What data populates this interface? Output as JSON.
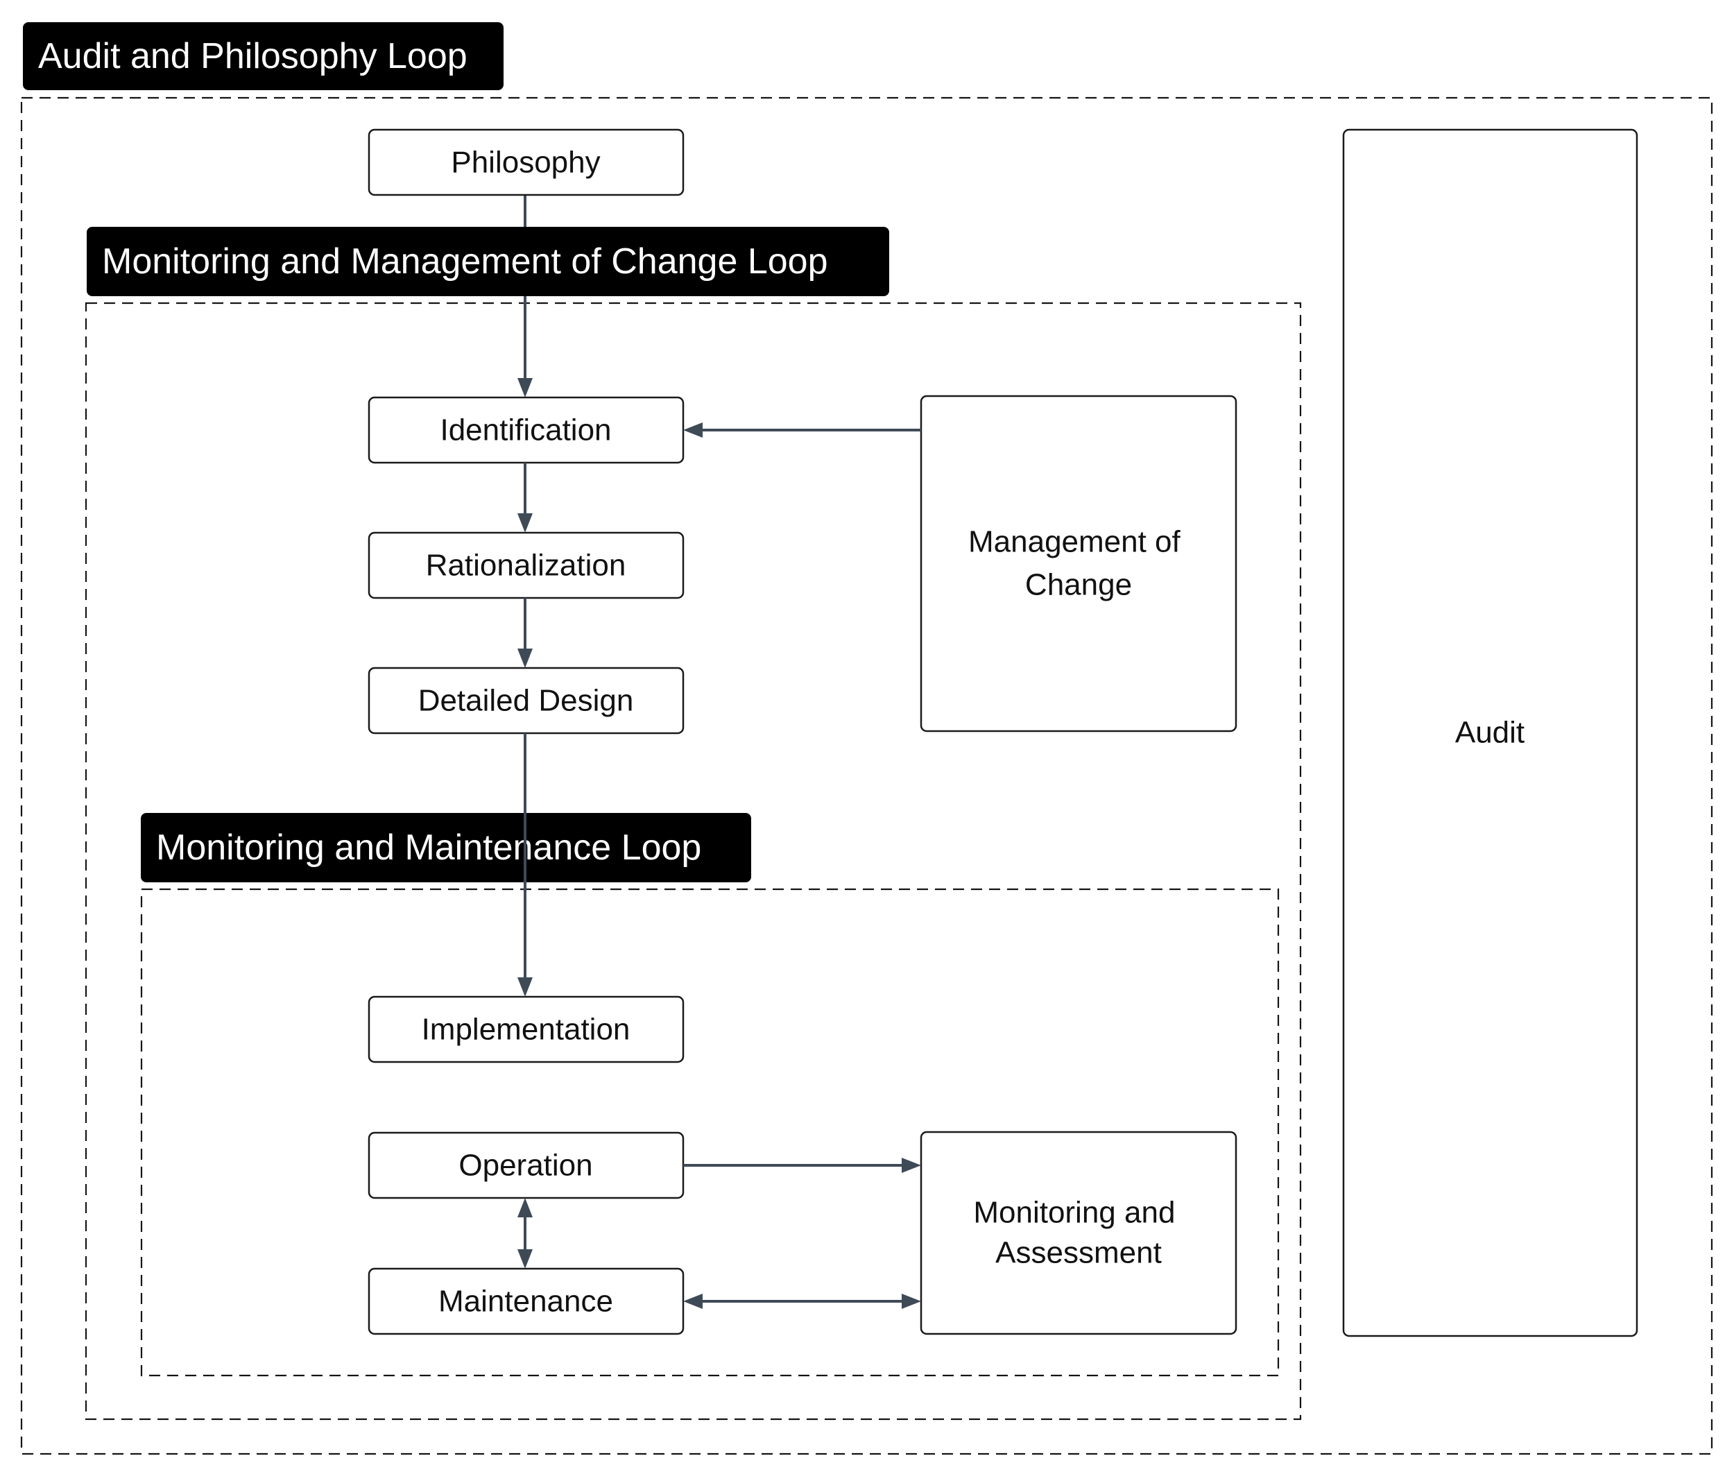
{
  "diagram": {
    "clusters": {
      "audit_philosophy_loop": {
        "label": "Audit and Philosophy Loop"
      },
      "monitoring_management_of_change_loop": {
        "label": "Monitoring and Management of Change Loop"
      },
      "monitoring_maintenance_loop": {
        "label": "Monitoring and Maintenance Loop"
      }
    },
    "nodes": {
      "philosophy": "Philosophy",
      "identification": "Identification",
      "rationalization": "Rationalization",
      "detailed_design": "Detailed Design",
      "implementation": "Implementation",
      "operation": "Operation",
      "maintenance": "Maintenance",
      "management_of_change": [
        "Management of",
        "Change"
      ],
      "monitoring_and_assessment": [
        "Monitoring and",
        "Assessment"
      ],
      "audit": "Audit"
    },
    "edges": [
      {
        "from": "philosophy",
        "to": "identification",
        "direction": "down"
      },
      {
        "from": "identification",
        "to": "rationalization",
        "direction": "down"
      },
      {
        "from": "rationalization",
        "to": "detailed_design",
        "direction": "down"
      },
      {
        "from": "detailed_design",
        "to": "implementation",
        "direction": "down"
      },
      {
        "from": "management_of_change",
        "to": "identification",
        "direction": "left"
      },
      {
        "from": "operation",
        "to": "monitoring_and_assessment",
        "direction": "right"
      },
      {
        "from": "operation",
        "to": "maintenance",
        "direction": "both-vertical"
      },
      {
        "from": "maintenance",
        "to": "monitoring_and_assessment",
        "direction": "both-horizontal"
      }
    ],
    "colors": {
      "background": "#ffffff",
      "edge": "#3f4a57",
      "node_fill": "#ffffff",
      "node_border": "#1a1a1a",
      "node_text": "#111111",
      "label_background": "#000000",
      "label_text": "#ffffff",
      "cluster_border": "#141414"
    }
  }
}
